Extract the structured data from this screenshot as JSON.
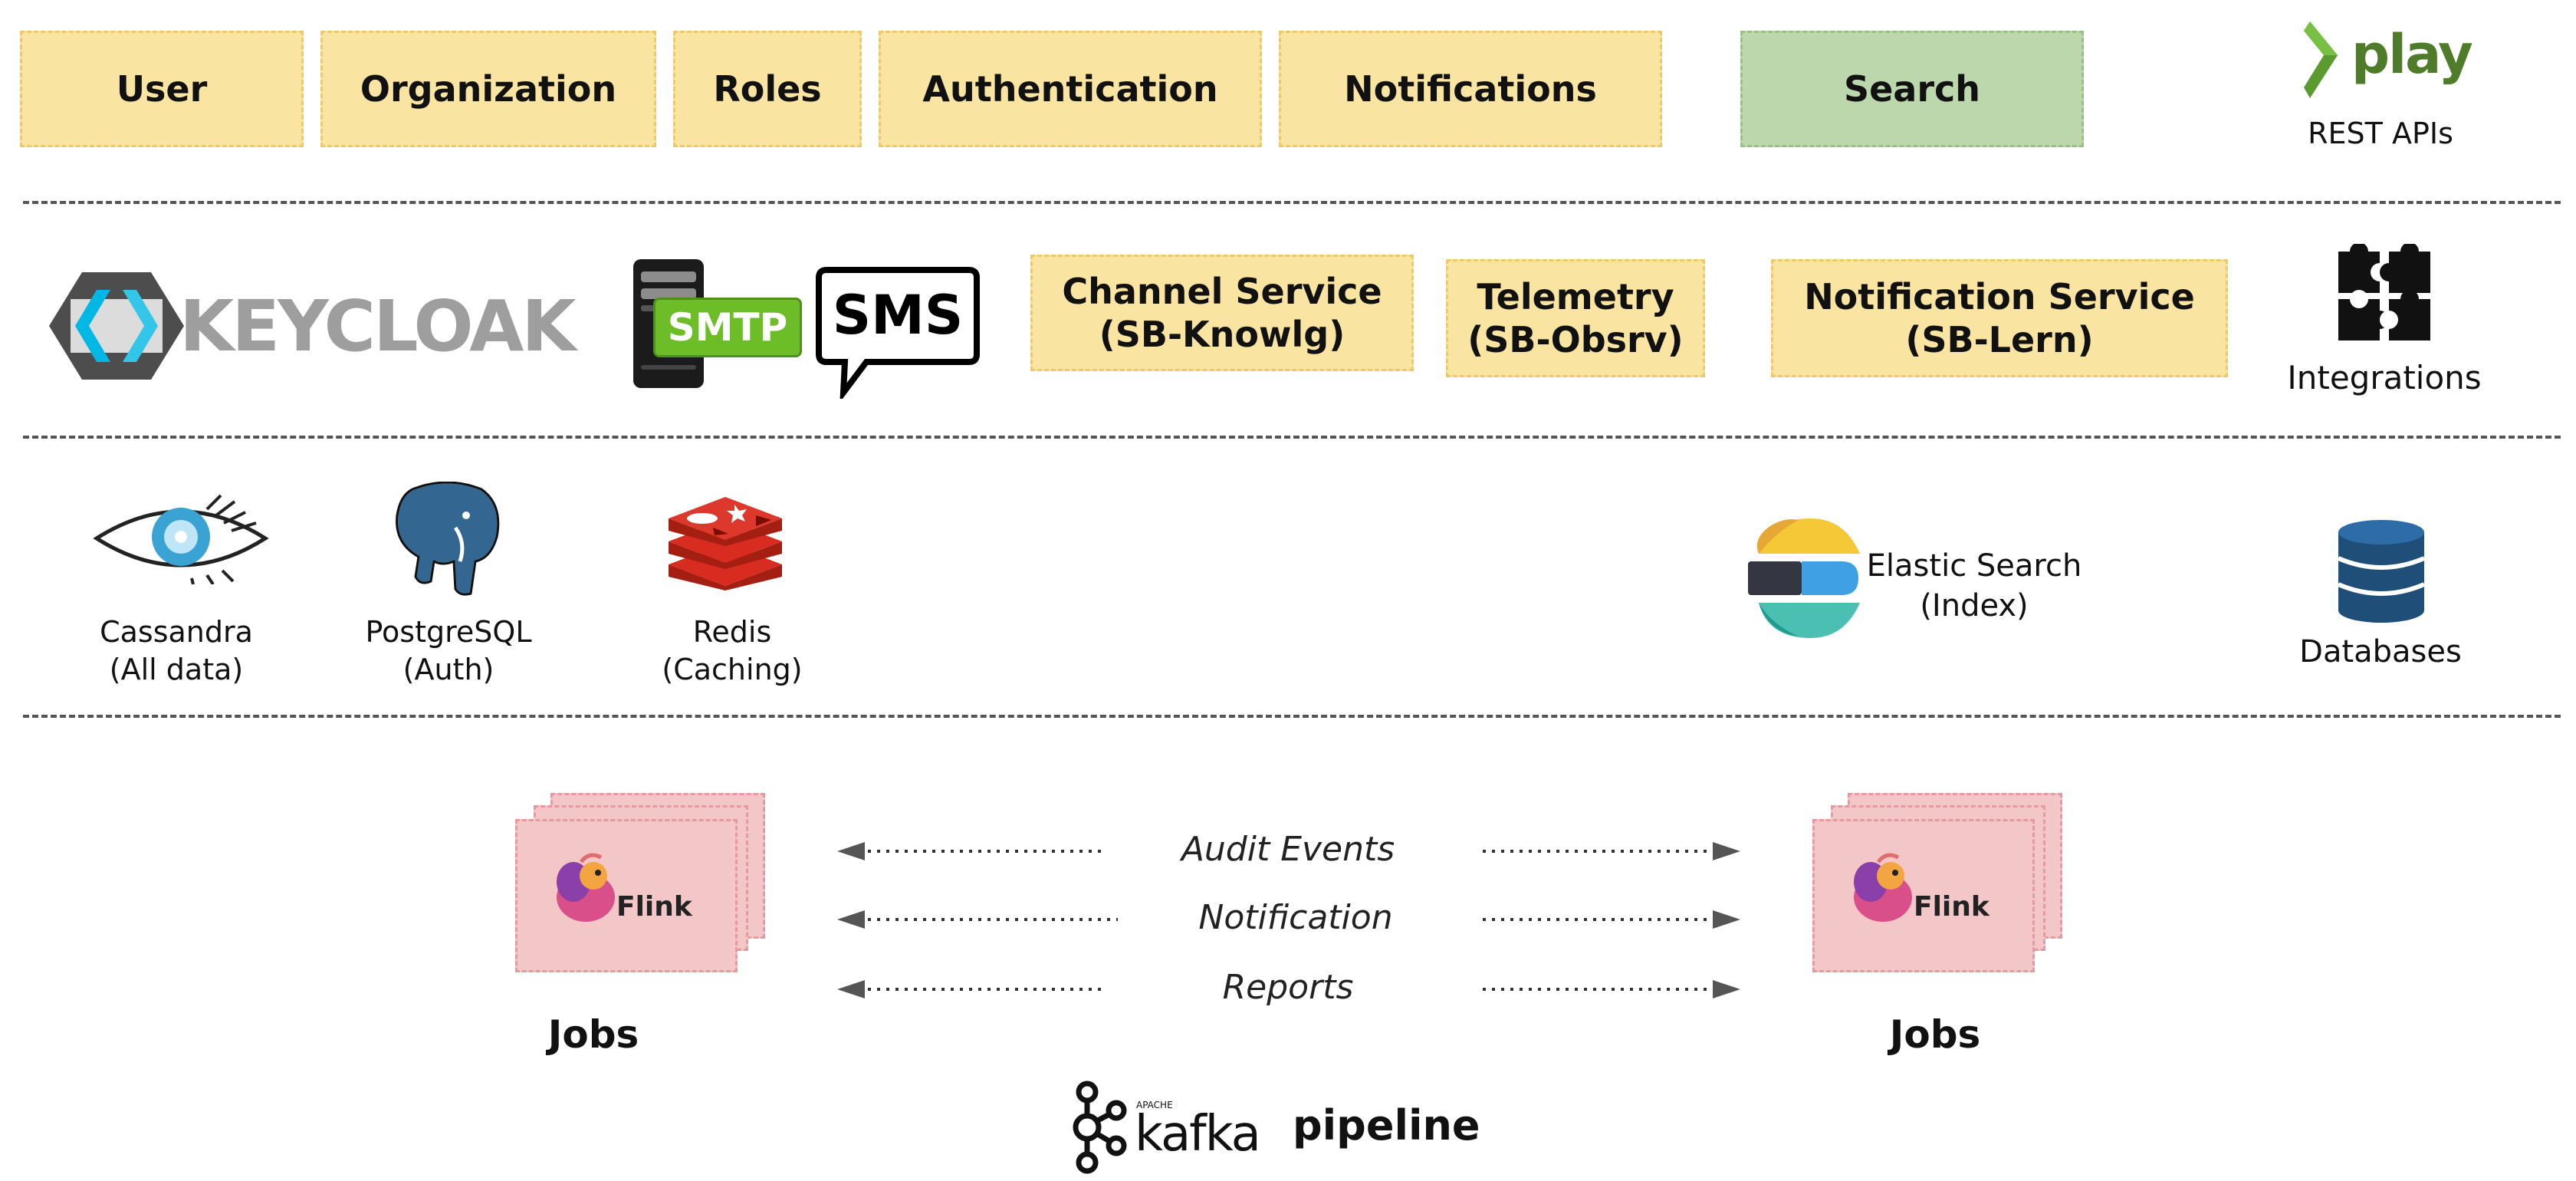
{
  "top_row": {
    "modules": [
      "User",
      "Organization",
      "Roles",
      "Authentication",
      "Notifications"
    ],
    "search": "Search",
    "play_logo_text": "play",
    "rest_label": "REST APIs"
  },
  "middle_row": {
    "keycloak_text": "KEYCLOAK",
    "smtp_text": "SMTP",
    "sms_text": "SMS",
    "services": [
      {
        "line1": "Channel Service",
        "line2": "(SB-Knowlg)"
      },
      {
        "line1": "Telemetry",
        "line2": "(SB-Obsrv)"
      },
      {
        "line1": "Notification Service",
        "line2": "(SB-Lern)"
      }
    ],
    "integrations_label": "Integrations"
  },
  "db_row": {
    "cassandra": {
      "line1": "Cassandra",
      "line2": "(All data)"
    },
    "postgres": {
      "line1": "PostgreSQL",
      "line2": "(Auth)"
    },
    "redis": {
      "line1": "Redis",
      "line2": "(Caching)"
    },
    "elastic": {
      "line1": "Elastic Search",
      "line2": "(Index)"
    },
    "databases_label": "Databases"
  },
  "pipeline": {
    "flink_text": "Flink",
    "jobs_left": "Jobs",
    "jobs_right": "Jobs",
    "flows": [
      "Audit Events",
      "Notification",
      "Reports"
    ],
    "kafka_small": "APACHE",
    "kafka_text": "kafka",
    "pipeline_label": "pipeline"
  },
  "colors": {
    "module_fill": "#f9e5a1",
    "search_fill": "#bcd7ac",
    "flink_card_fill": "#f3c6c8",
    "play_green": "#5a9a2e",
    "elastic_yellow": "#f4c836",
    "elastic_blue": "#3fa1e3",
    "elastic_teal": "#4cbfb3"
  }
}
